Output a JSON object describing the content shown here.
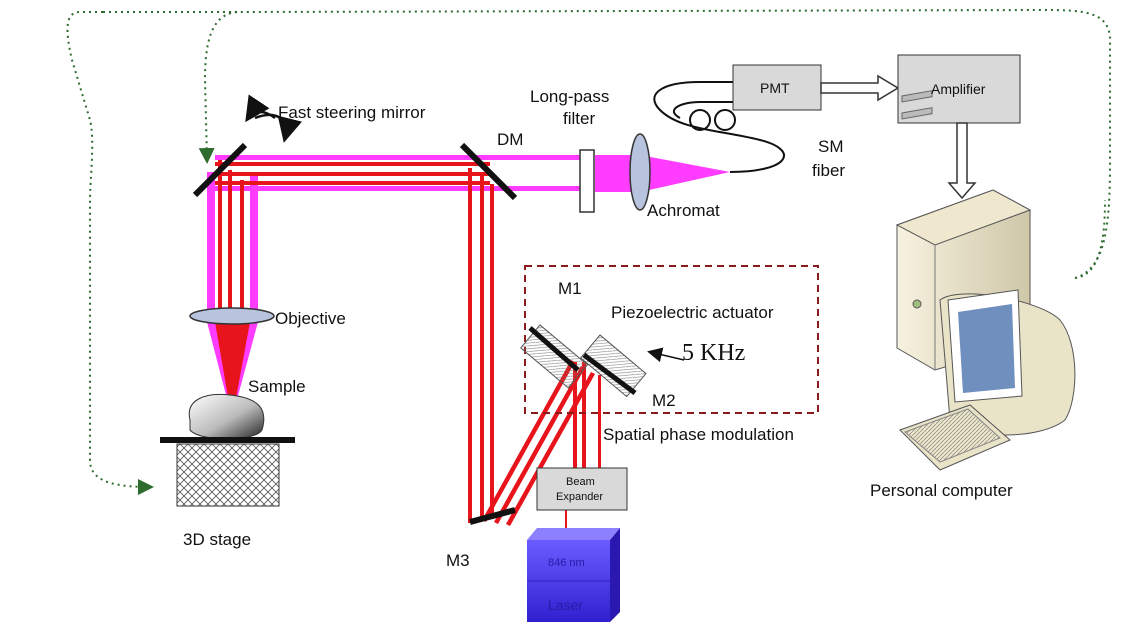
{
  "labels": {
    "fast_steering_mirror": "Fast steering mirror",
    "dm": "DM",
    "long_pass_filter_1": "Long-pass",
    "long_pass_filter_2": "filter",
    "pmt": "PMT",
    "amplifier": "Amplifier",
    "sm_fiber_1": "SM",
    "sm_fiber_2": "fiber",
    "achromat": "Achromat",
    "objective": "Objective",
    "sample": "Sample",
    "stage": "3D stage",
    "m1": "M1",
    "m2": "M2",
    "m3": "M3",
    "piezo": "Piezoelectric actuator",
    "frequency": "5 KHz",
    "spatial_phase_modulation": "Spatial phase modulation",
    "beam_expander_1": "Beam",
    "beam_expander_2": "Expander",
    "laser_wavelength": "846 nm",
    "laser": "Laser",
    "personal_computer": "Personal computer"
  },
  "colors": {
    "laser_beam": "#e8141b",
    "fluorescence_beam": "#ff3cff",
    "dotted_signal": "#2e6b2e",
    "modulation_box": "#8b1a1a",
    "laser_body": "#4a3cf0"
  }
}
